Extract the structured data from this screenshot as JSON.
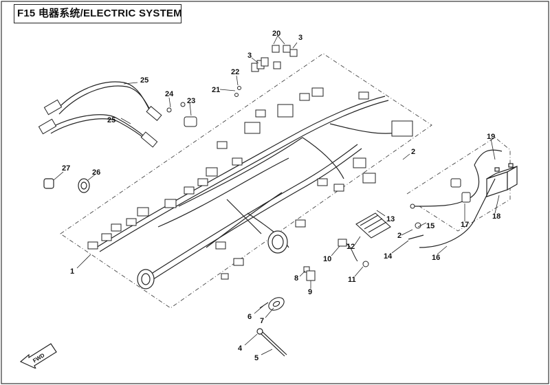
{
  "header": {
    "title": "F15 电器系统/ELECTRIC SYSTEM"
  },
  "direction_arrow": {
    "label": "FWD"
  },
  "callouts": [
    {
      "id": "c1",
      "label": "1"
    },
    {
      "id": "c2a",
      "label": "2"
    },
    {
      "id": "c2b",
      "label": "2"
    },
    {
      "id": "c3a",
      "label": "3"
    },
    {
      "id": "c3b",
      "label": "3"
    },
    {
      "id": "c4",
      "label": "4"
    },
    {
      "id": "c5",
      "label": "5"
    },
    {
      "id": "c6",
      "label": "6"
    },
    {
      "id": "c7",
      "label": "7"
    },
    {
      "id": "c8",
      "label": "8"
    },
    {
      "id": "c9",
      "label": "9"
    },
    {
      "id": "c10",
      "label": "10"
    },
    {
      "id": "c11",
      "label": "11"
    },
    {
      "id": "c12",
      "label": "12"
    },
    {
      "id": "c13",
      "label": "13"
    },
    {
      "id": "c14",
      "label": "14"
    },
    {
      "id": "c15",
      "label": "15"
    },
    {
      "id": "c16",
      "label": "16"
    },
    {
      "id": "c17",
      "label": "17"
    },
    {
      "id": "c18",
      "label": "18"
    },
    {
      "id": "c19",
      "label": "19"
    },
    {
      "id": "c20",
      "label": "20"
    },
    {
      "id": "c21",
      "label": "21"
    },
    {
      "id": "c22",
      "label": "22"
    },
    {
      "id": "c23",
      "label": "23"
    },
    {
      "id": "c24",
      "label": "24"
    },
    {
      "id": "c25a",
      "label": "25"
    },
    {
      "id": "c25b",
      "label": "25"
    },
    {
      "id": "c26",
      "label": "26"
    },
    {
      "id": "c27",
      "label": "27"
    }
  ]
}
